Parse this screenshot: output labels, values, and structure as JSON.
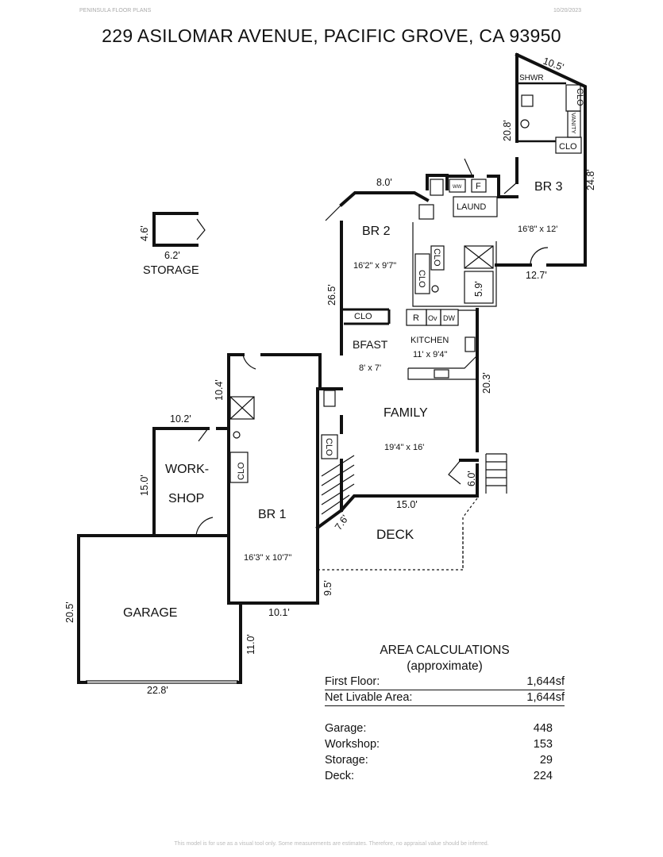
{
  "header": {
    "brand": "PENINSULA FLOOR PLANS",
    "date": "10/20/2023",
    "title": "229 ASILOMAR AVENUE, PACIFIC GROVE, CA 93950"
  },
  "rooms": {
    "br3": "BR 3",
    "br3_size": "16'8\" x 12'",
    "br2": "BR 2",
    "br2_size": "16'2\" x 9'7\"",
    "kitchen": "KITCHEN",
    "kitchen_size": "11' x 9'4\"",
    "bfast": "BFAST",
    "bfast_size": "8' x 7'",
    "family": "FAMILY",
    "family_size": "19'4\" x 16'",
    "br1": "BR 1",
    "br1_size": "16'3\" x 10'7\"",
    "workshop_1": "WORK-",
    "workshop_2": "SHOP",
    "garage": "GARAGE",
    "deck": "DECK",
    "storage": "STORAGE",
    "laund": "LAUND",
    "shwr": "SHWR",
    "clo": "CLO",
    "vanity": "VANITY",
    "f": "F",
    "r": "R",
    "ov": "Ov",
    "dw": "DW",
    "ww": "WW"
  },
  "dimensions": {
    "d_10_5": "10.5'",
    "d_20_8": "20.8'",
    "d_24_8": "24.8'",
    "d_8_0": "8.0'",
    "d_12_7": "12.7'",
    "d_5_9": "5.9'",
    "d_26_5": "26.5'",
    "d_4_6": "4.6'",
    "d_6_2": "6.2'",
    "d_20_3": "20.3'",
    "d_10_4": "10.4'",
    "d_10_2": "10.2'",
    "d_15_0_ws": "15.0'",
    "d_6_0": "6.0'",
    "d_15_0_deck": "15.0'",
    "d_7_6": "7.6'",
    "d_9_5": "9.5'",
    "d_10_1": "10.1'",
    "d_20_5": "20.5'",
    "d_11_0": "11.0'",
    "d_22_8": "22.8'"
  },
  "area": {
    "title": "AREA CALCULATIONS",
    "subtitle": "(approximate)",
    "rows": [
      {
        "label": "First Floor:",
        "value": "1,644sf"
      },
      {
        "label": "Net Livable Area:",
        "value": "1,644sf"
      },
      {
        "label": "Garage:",
        "value": "448"
      },
      {
        "label": "Workshop:",
        "value": "153"
      },
      {
        "label": "Storage:",
        "value": "29"
      },
      {
        "label": "Deck:",
        "value": "224"
      }
    ]
  },
  "footer": "This model is for use as a visual tool only. Some measurements are estimates. Therefore, no appraisal value should be inferred."
}
